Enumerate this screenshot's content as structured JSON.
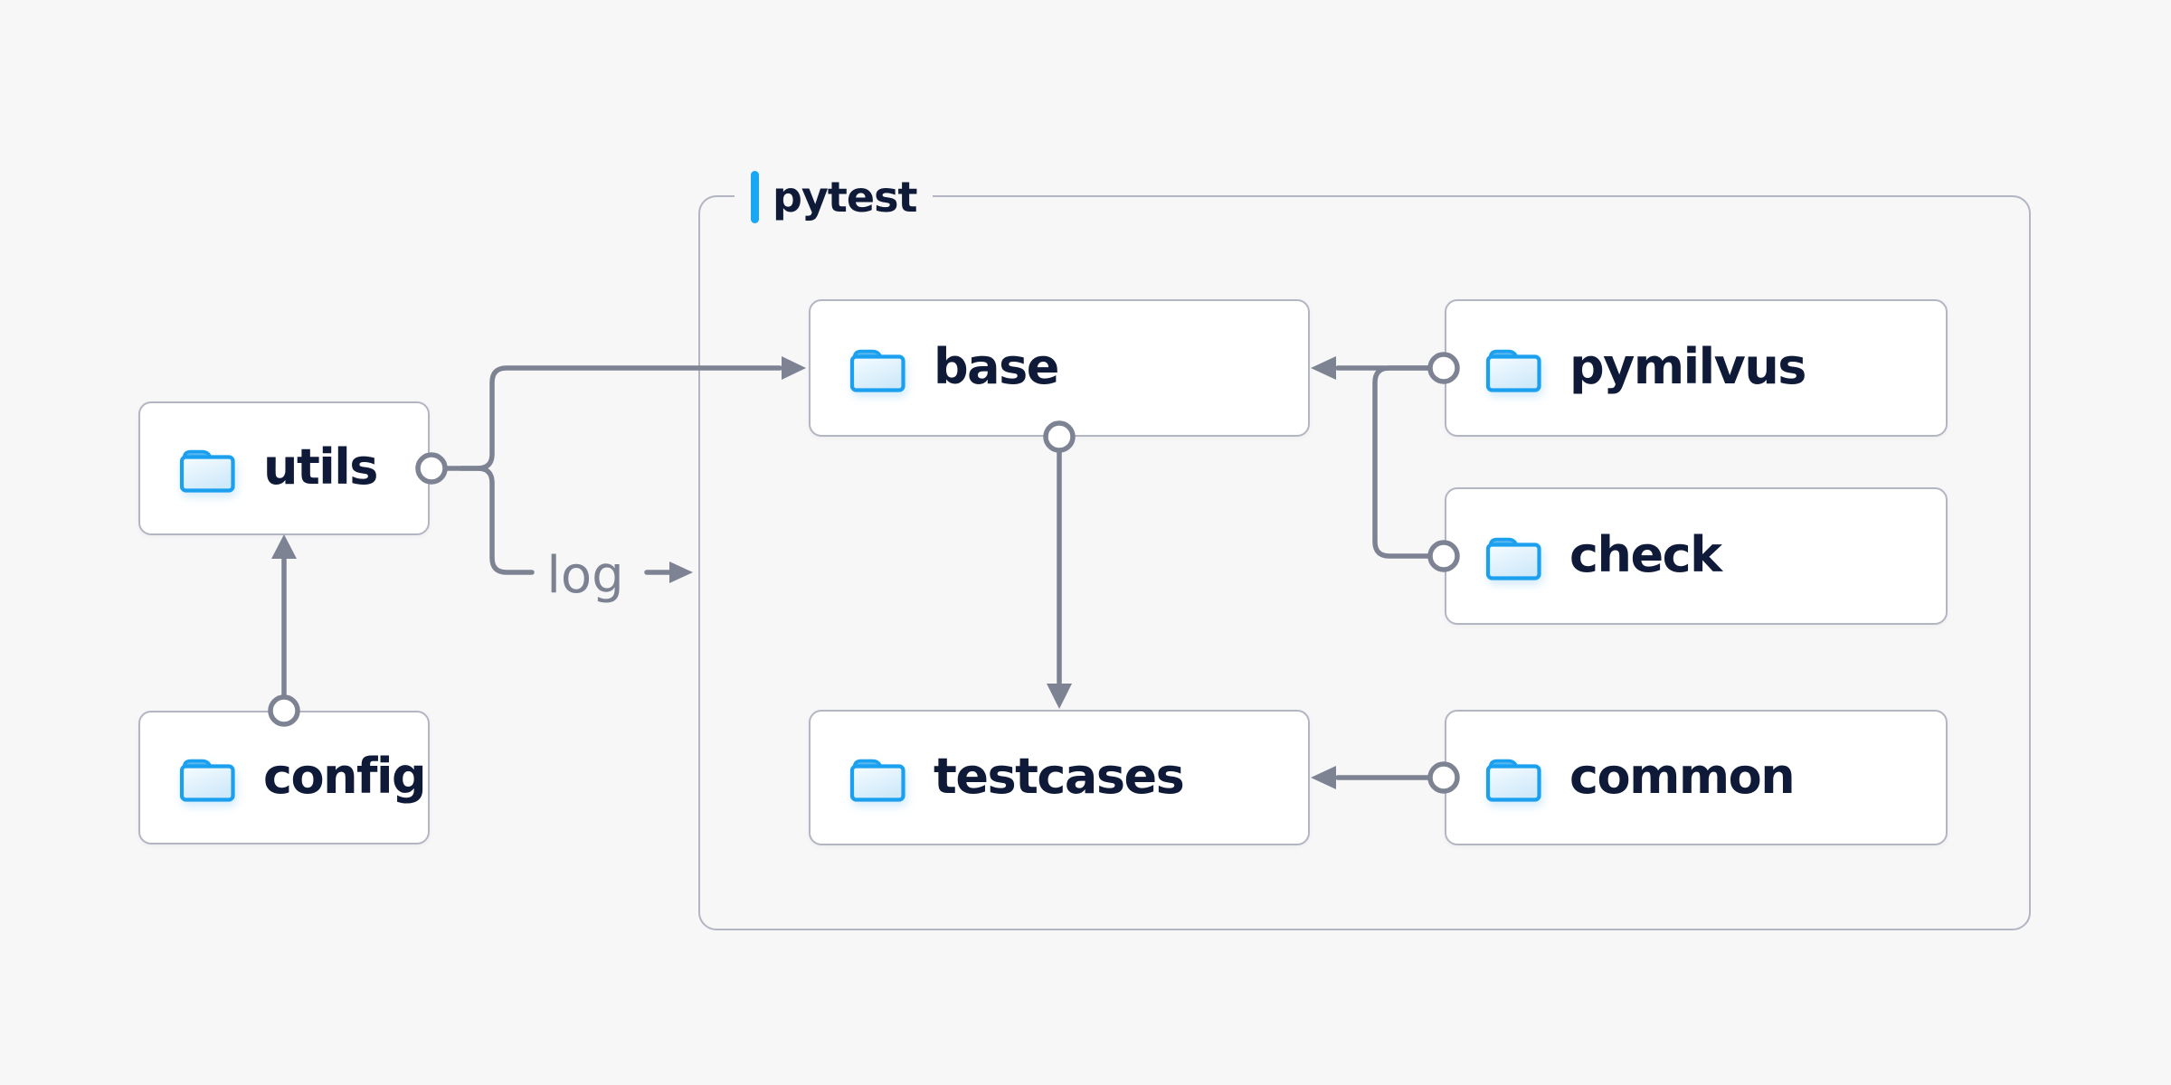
{
  "group": {
    "label": "pytest"
  },
  "nodes": [
    {
      "id": "utils",
      "label": "utils",
      "icon": "folder-icon",
      "in_group": false
    },
    {
      "id": "config",
      "label": "config",
      "icon": "folder-icon",
      "in_group": false
    },
    {
      "id": "base",
      "label": "base",
      "icon": "folder-icon",
      "in_group": true
    },
    {
      "id": "pymilvus",
      "label": "pymilvus",
      "icon": "folder-icon",
      "in_group": true
    },
    {
      "id": "check",
      "label": "check",
      "icon": "folder-icon",
      "in_group": true
    },
    {
      "id": "testcases",
      "label": "testcases",
      "icon": "folder-icon",
      "in_group": true
    },
    {
      "id": "common",
      "label": "common",
      "icon": "folder-icon",
      "in_group": true
    }
  ],
  "edges": [
    {
      "from": "config",
      "to": "utils",
      "label": ""
    },
    {
      "from": "utils",
      "to": "base",
      "label": ""
    },
    {
      "from": "utils",
      "to": "pytest-group",
      "label": "log"
    },
    {
      "from": "base",
      "to": "testcases",
      "label": ""
    },
    {
      "from": "pymilvus",
      "to": "base",
      "label": ""
    },
    {
      "from": "check",
      "to": "base",
      "label": ""
    },
    {
      "from": "common",
      "to": "testcases",
      "label": ""
    }
  ],
  "colors": {
    "background": "#f7f7f8",
    "accent_blue": "#18a7f3",
    "connector_gray": "#7d8392",
    "border_gray": "#b3b6c2",
    "text_navy": "#0e1a38",
    "edge_label_gray": "#7c8292",
    "folder_blue": "#1aa0ee"
  }
}
